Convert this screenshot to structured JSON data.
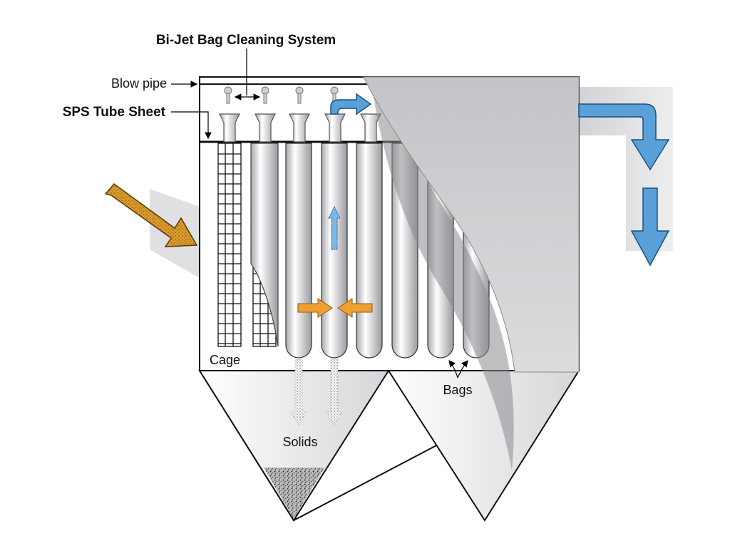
{
  "labels": {
    "title": "Bi-Jet Bag Cleaning System",
    "blow_pipe": "Blow pipe",
    "tube_sheet": "SPS Tube Sheet",
    "cage": "Cage",
    "bags": "Bags",
    "solids": "Solids"
  },
  "colors": {
    "dirty_gas": "#c8861e",
    "clean_air": "#5aa0d8",
    "pulse": "#f0a030",
    "housing": "#f2f2f4",
    "shadow": "#cfcfd3"
  }
}
